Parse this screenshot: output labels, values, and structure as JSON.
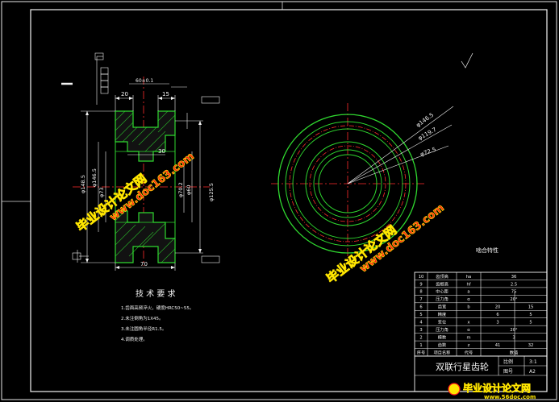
{
  "title_block": {
    "part_name": "双联行星齿轮",
    "field_label_1": "比例",
    "field_value_1": "3:1",
    "field_label_2": "图号",
    "field_value_2": "A2"
  },
  "tech_requirements": {
    "heading": "技 术 要 求",
    "items": [
      "1.齿面高频淬火，硬度HRC50~55。",
      "2.未注倒角为1X45。",
      "3.未注圆角半径R1.5。",
      "4.调质处理。"
    ]
  },
  "gear_table_caption": "啮合特性",
  "gear_table": {
    "rows": [
      {
        "no": "10",
        "name": "齿顶高",
        "sym": "ha",
        "v1": "36",
        "v2": ""
      },
      {
        "no": "9",
        "name": "齿根高",
        "sym": "hf",
        "v1": "2.5",
        "v2": ""
      },
      {
        "no": "8",
        "name": "中心距",
        "sym": "a",
        "v1": "75",
        "v2": ""
      },
      {
        "no": "7",
        "name": "压力角",
        "sym": "α",
        "v1": "20°",
        "v2": ""
      },
      {
        "no": "6",
        "name": "齿宽",
        "sym": "b",
        "v1": "20",
        "v2": "15"
      },
      {
        "no": "5",
        "name": "精度",
        "sym": "",
        "v1": "6",
        "v2": "5"
      },
      {
        "no": "4",
        "name": "变位",
        "sym": "x",
        "v1": "3",
        "v2": "5"
      },
      {
        "no": "3",
        "name": "压力角",
        "sym": "α",
        "v1": "20°",
        "v2": ""
      },
      {
        "no": "2",
        "name": "模数",
        "sym": "m",
        "v1": "3",
        "v2": ""
      },
      {
        "no": "1",
        "name": "齿数",
        "sym": "z",
        "v1": "41",
        "v2": "32"
      },
      {
        "no": "序号",
        "name": "项目名称",
        "sym": "代号",
        "v1": "数值",
        "v2": ""
      }
    ]
  },
  "dimensions": {
    "width_left": "20",
    "width_right": "15",
    "inner_30": "30",
    "overall": "70",
    "tol_top": "60±0.1",
    "dia_left_1": "φ148.5",
    "dia_left_2": "φ146.5",
    "dia_left_3": "φ73",
    "dia_mid_1": "φ70.2",
    "dia_mid_2": "φ60",
    "dia_right": "φ125.5",
    "circle_1": "φ146.5",
    "circle_2": "φ119.7",
    "circle_3": "φ72.5"
  },
  "watermark": {
    "line1": "毕业设计论文网",
    "line2": "www.doc163.com",
    "footer_cn": "毕业设计论文网",
    "footer_url": "www.56doc.com"
  },
  "colors": {
    "green": "#2fd82f",
    "red": "#ff2b2b",
    "white": "#f2f2f2",
    "magenta": "#e000c8",
    "wm_red": "#ff1a1a",
    "wm_yellow": "#ffe600"
  }
}
